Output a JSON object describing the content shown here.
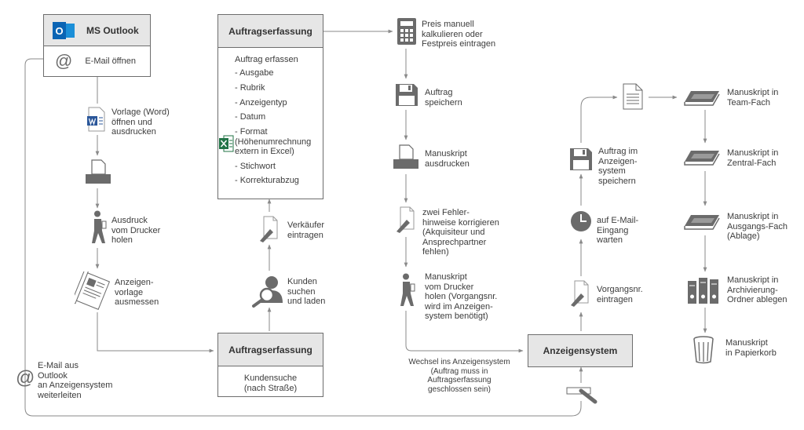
{
  "outlook": {
    "title": "MS Outlook",
    "action": "E-Mail öffnen",
    "outlook_logo_letter": "O"
  },
  "col1": {
    "vorlage": "Vorlage (Word)\nöffnen und\nausdrucken",
    "ausdruck": "Ausdruck\nvom Drucker\nholen",
    "ausmessen": "Anzeigen-\nvorlage\nausmessen",
    "weiterleiten": "E-Mail aus\nOutlook\nan Anzeigensystem\nweiterleiten"
  },
  "auftrag_top": {
    "title": "Auftragserfassung",
    "heading": "Auftrag erfassen",
    "items": [
      "- Ausgabe",
      "- Rubrik",
      "- Anzeigentyp",
      "- Datum",
      "- Format\n(Höhenumrechnung\nextern in Excel)",
      "- Stichwort",
      "- Korrekturabzug"
    ]
  },
  "col2": {
    "verkaeufer": "Verkäufer\neintragen",
    "kunden": "Kunden\nsuchen\nund laden"
  },
  "auftrag_bottom": {
    "title": "Auftragserfassung",
    "sub": "Kundensuche\n(nach Straße)"
  },
  "col3": {
    "preis": "Preis manuell\nkalkulieren oder\nFestpreis eintragen",
    "speichern": "Auftrag\nspeichern",
    "manuskript": "Manuskript\nausdrucken",
    "fehler": "zwei Fehler-\nhinweise korrigieren\n(Akquisiteur und\nAnsprechpartner\nfehlen)",
    "holen": "Manuskript\nvom Drucker\nholen (Vorgangsnr.\nwird im Anzeigen-\nsystem benötigt)",
    "wechsel": "Wechsel ins Anzeigensystem\n(Auftrag muss in\nAuftragserfassung\ngeschlossen sein)"
  },
  "anzeigensystem": {
    "title": "Anzeigensystem"
  },
  "col4": {
    "speichern": "Auftrag im\nAnzeigen-\nsystem\nspeichern",
    "warten": "auf E-Mail-\nEingang\nwarten",
    "vorgang": "Vorgangsnr.\neintragen"
  },
  "col5": {
    "team": "Manuskript in\nTeam-Fach",
    "zentral": "Manuskript in\nZentral-Fach",
    "ausgang": "Manuskript in\nAusgangs-Fach\n(Ablage)",
    "archiv": "Manuskript in\nArchivierung-\nOrdner ablegen",
    "papierkorb": "Manuskript\nin Papierkorb"
  },
  "colors": {
    "line": "#8a8a8a",
    "icon": "#6b6b6b",
    "outlook_blue": "#0a64b4",
    "word_blue": "#2b579a",
    "excel_green": "#217346",
    "box_header": "#e6e6e6"
  }
}
